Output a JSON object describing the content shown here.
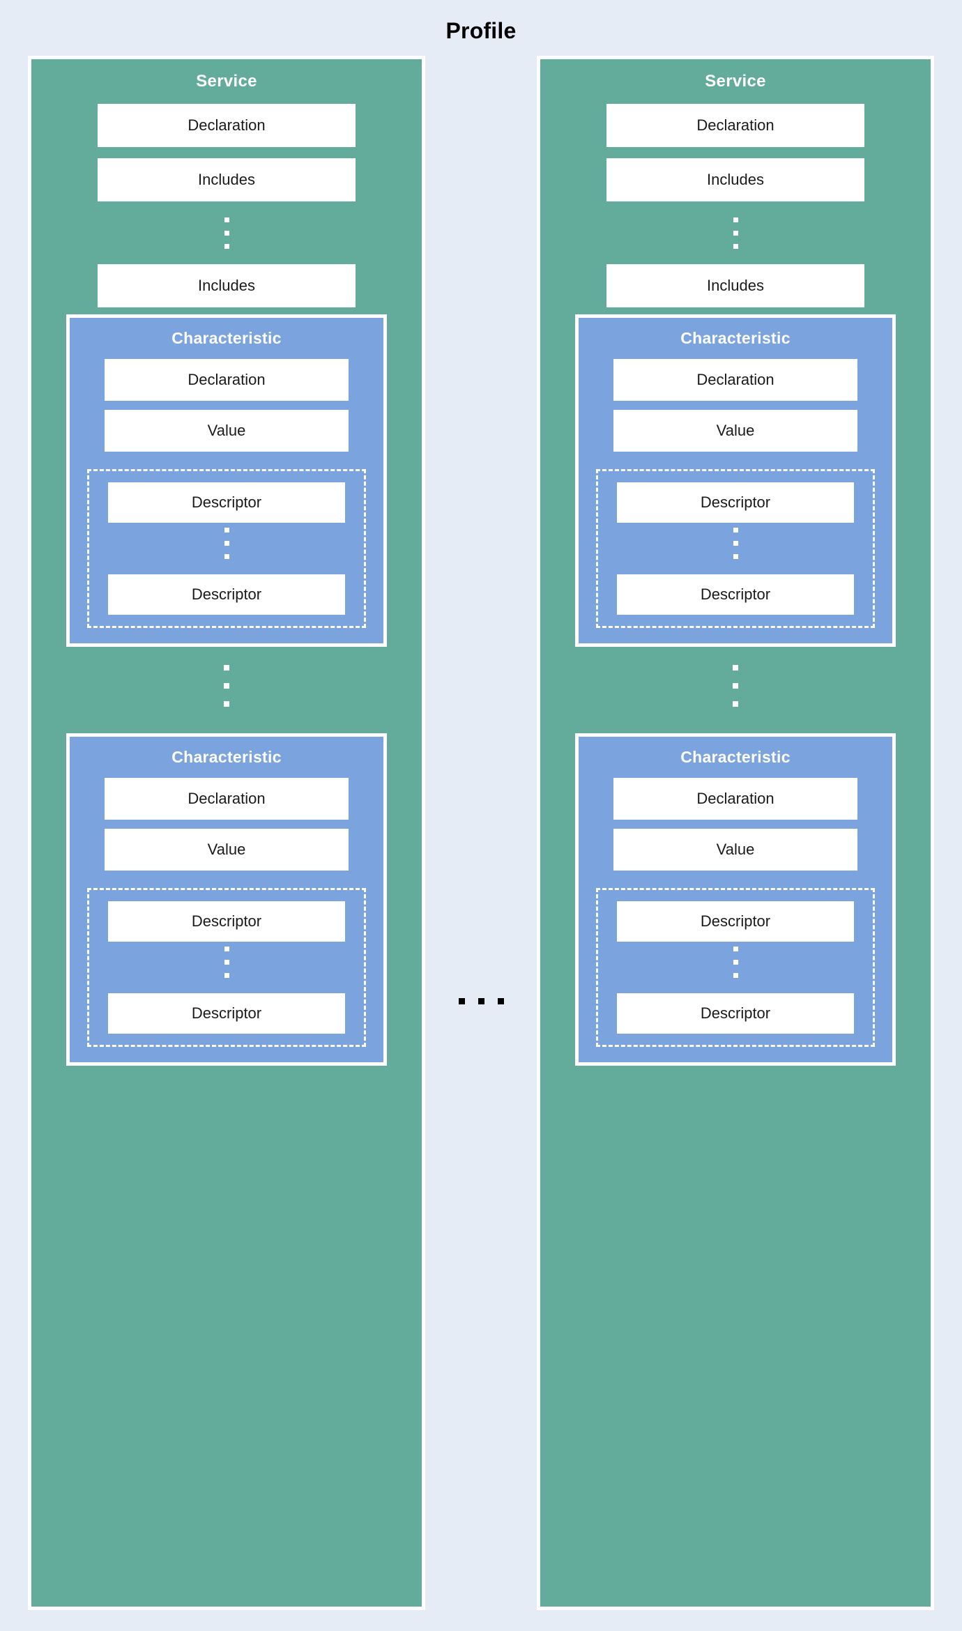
{
  "diagram": {
    "title": "Profile",
    "type": "nested-block-diagram",
    "colors": {
      "background": "#e6ecf5",
      "service": "#63ab9a",
      "characteristic": "#7ba3dd",
      "leaf": "#ffffff",
      "border": "#ffffff",
      "title_text": "#000000",
      "block_title_text": "#ffffff",
      "leaf_text": "#1a1a1a",
      "ellipsis_horizontal": "#000000"
    },
    "between_columns_ellipsis": "...",
    "services": [
      {
        "title": "Service",
        "items": [
          {
            "label": "Declaration"
          },
          {
            "label": "Includes"
          }
        ],
        "items_ellipsis": "⋮",
        "items_tail": [
          {
            "label": "Includes"
          }
        ],
        "characteristics": [
          {
            "title": "Characteristic",
            "items": [
              {
                "label": "Declaration"
              },
              {
                "label": "Value"
              }
            ],
            "descriptors": [
              {
                "label": "Descriptor"
              }
            ],
            "descriptors_ellipsis": "⋮",
            "descriptors_tail": [
              {
                "label": "Descriptor"
              }
            ]
          },
          {
            "title": "Characteristic",
            "items": [
              {
                "label": "Declaration"
              },
              {
                "label": "Value"
              }
            ],
            "descriptors": [
              {
                "label": "Descriptor"
              }
            ],
            "descriptors_ellipsis": "⋮",
            "descriptors_tail": [
              {
                "label": "Descriptor"
              }
            ]
          }
        ],
        "characteristics_ellipsis": "⋮"
      },
      {
        "title": "Service",
        "items": [
          {
            "label": "Declaration"
          },
          {
            "label": "Includes"
          }
        ],
        "items_ellipsis": "⋮",
        "items_tail": [
          {
            "label": "Includes"
          }
        ],
        "characteristics": [
          {
            "title": "Characteristic",
            "items": [
              {
                "label": "Declaration"
              },
              {
                "label": "Value"
              }
            ],
            "descriptors": [
              {
                "label": "Descriptor"
              }
            ],
            "descriptors_ellipsis": "⋮",
            "descriptors_tail": [
              {
                "label": "Descriptor"
              }
            ]
          },
          {
            "title": "Characteristic",
            "items": [
              {
                "label": "Declaration"
              },
              {
                "label": "Value"
              }
            ],
            "descriptors": [
              {
                "label": "Descriptor"
              }
            ],
            "descriptors_ellipsis": "⋮",
            "descriptors_tail": [
              {
                "label": "Descriptor"
              }
            ]
          }
        ],
        "characteristics_ellipsis": "⋮"
      }
    ]
  }
}
